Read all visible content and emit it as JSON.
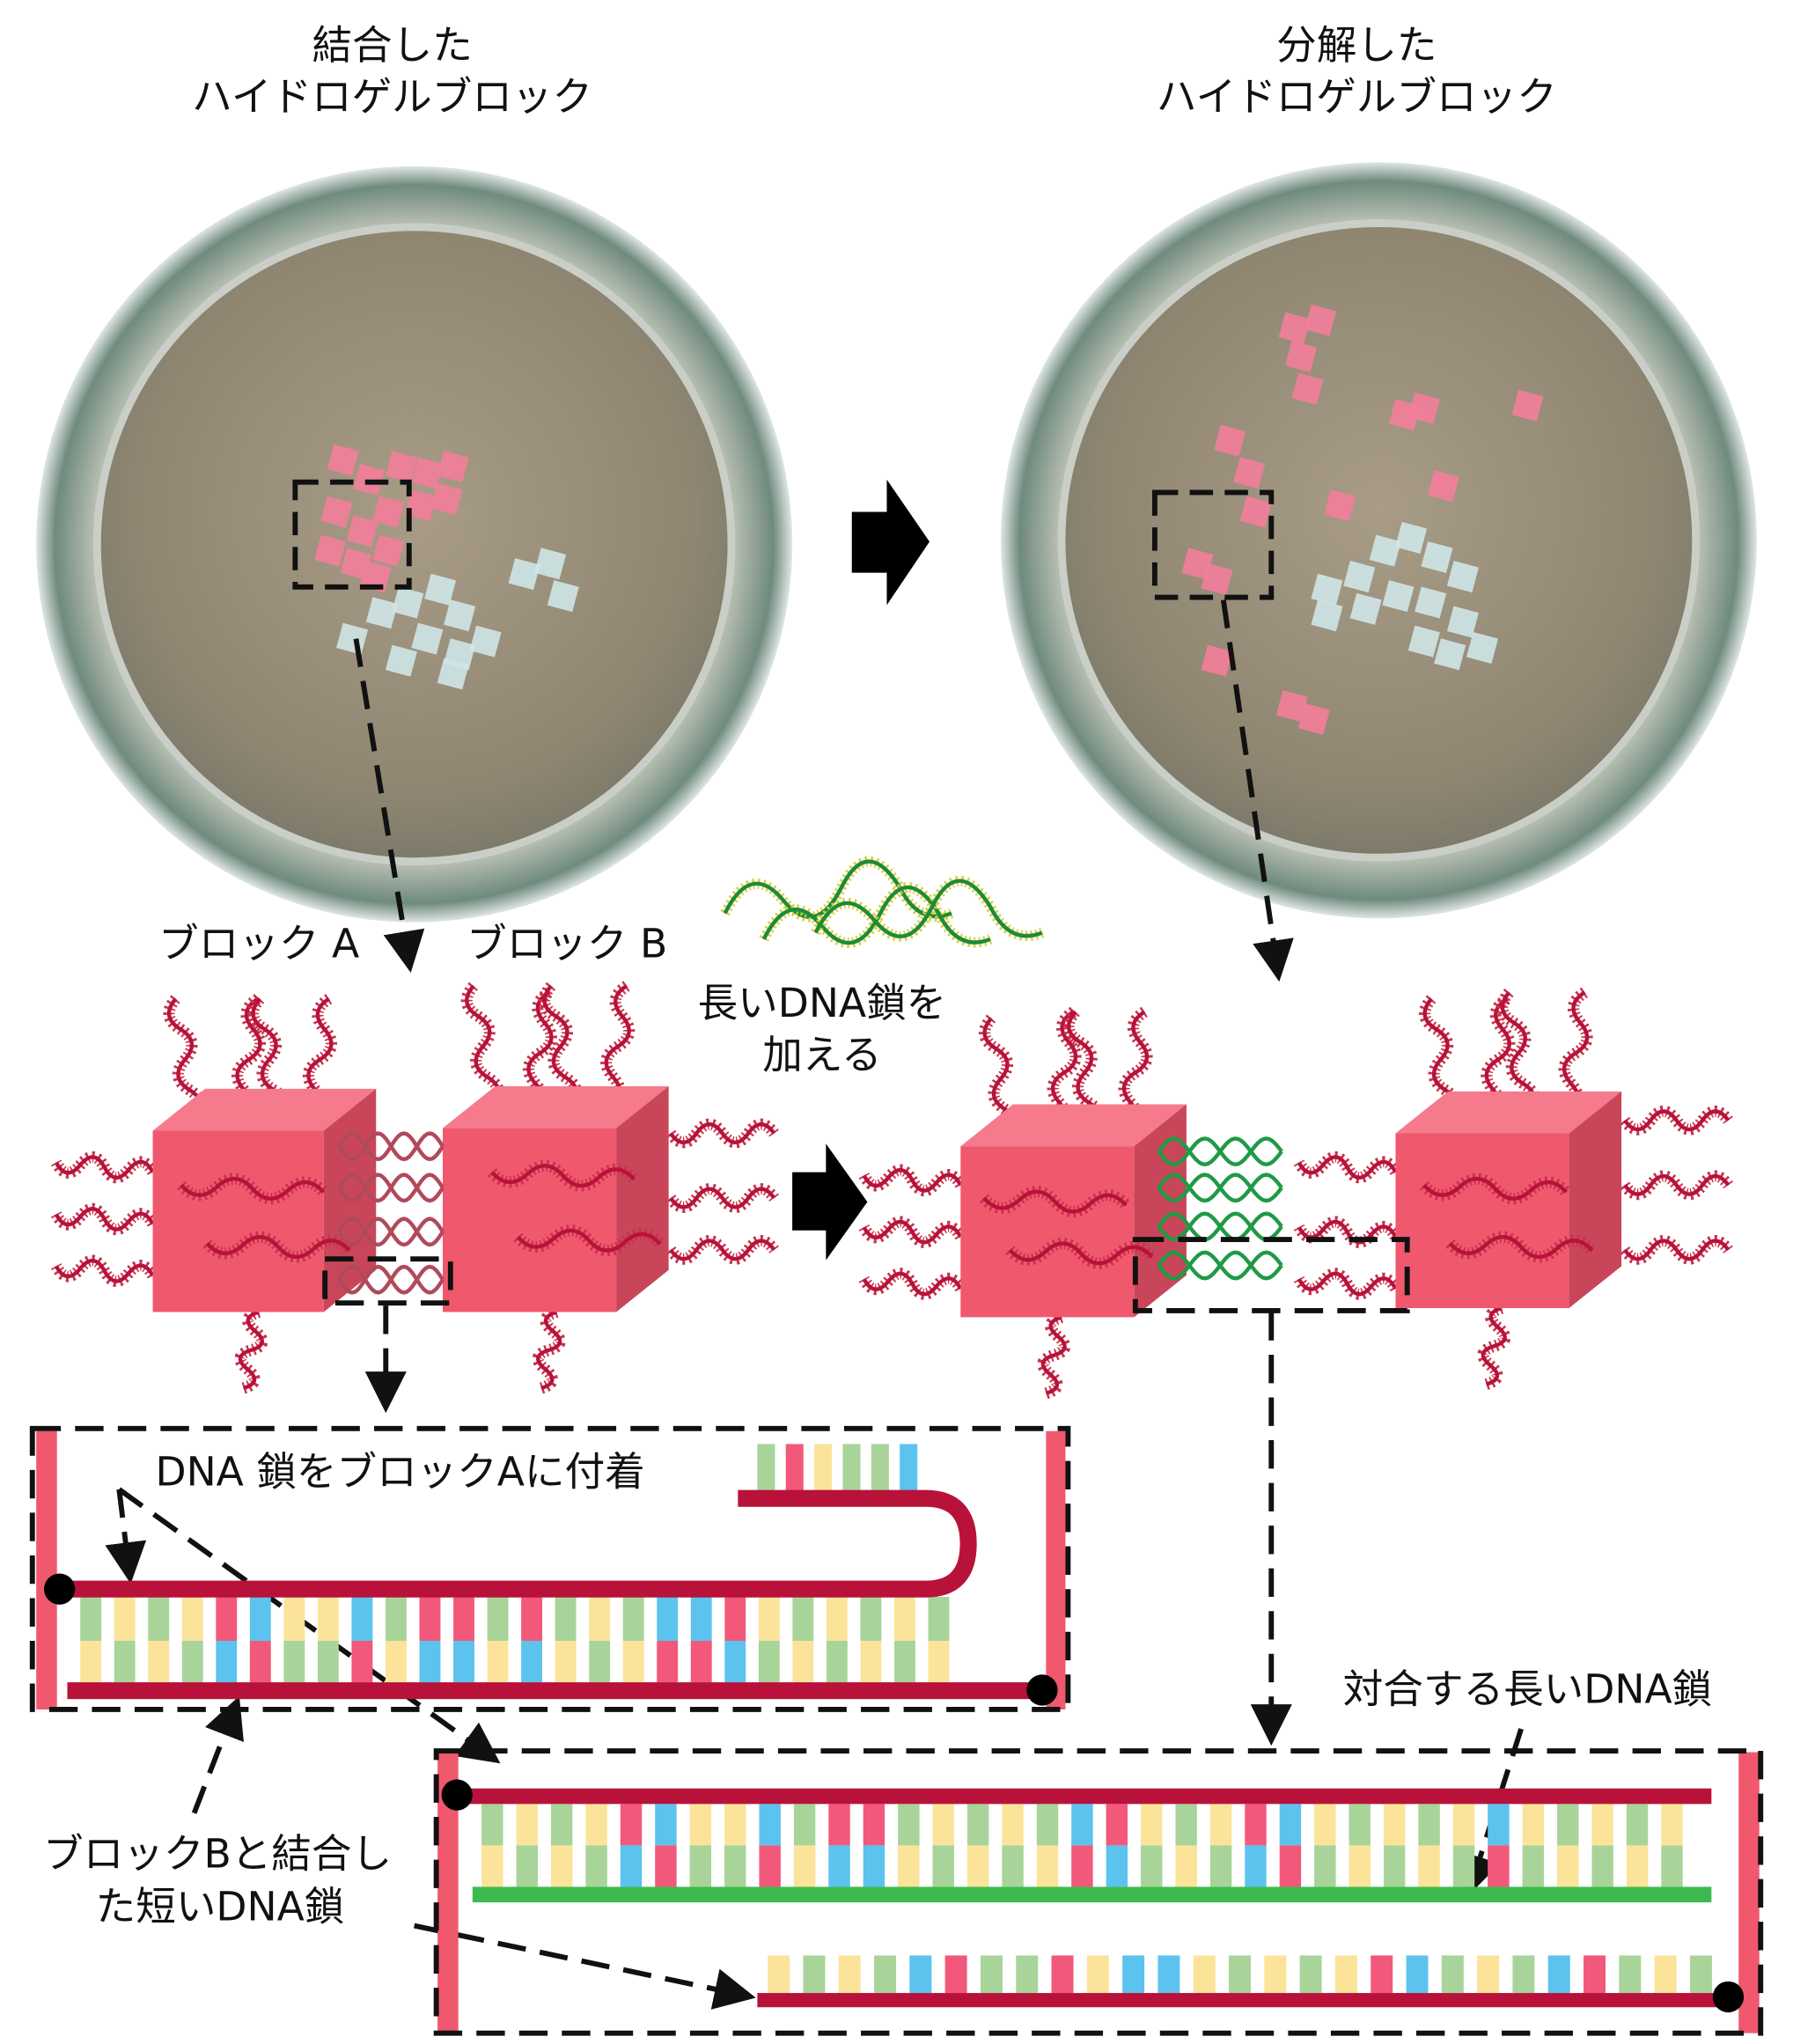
{
  "photos": {
    "left_title": [
      "結合した",
      "ハイドロゲルブロック"
    ],
    "right_title": [
      "分解した",
      "ハイドロゲルブロック"
    ]
  },
  "diagram": {
    "block_a": "ブロック A",
    "block_b": "ブロック B",
    "add_long_dna": [
      "長いDNA鎖を",
      "加える"
    ]
  },
  "detail_left": {
    "label": "DNA 鎖をブロックAに付着"
  },
  "detail_right": {
    "label": "対合する長いDNA鎖"
  },
  "short_dna_label": [
    "ブロックBと結合し",
    "た短いDNA鎖"
  ],
  "colors": {
    "cube": "#f0586e",
    "strand": "#b8123a",
    "base_green": "#a8d49a",
    "base_yellow": "#fbe39a",
    "base_pink": "#f2587a",
    "base_blue": "#5bc3ee",
    "long_strand": "#3cba4f"
  }
}
